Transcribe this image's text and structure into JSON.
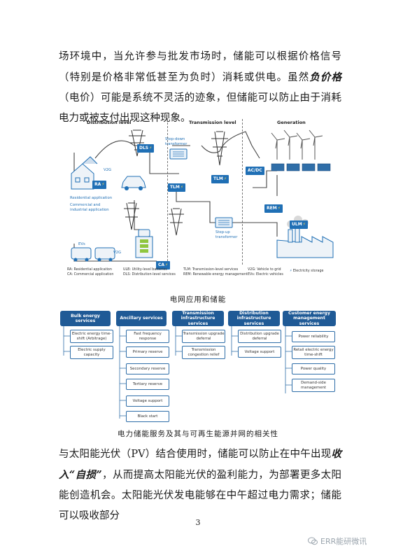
{
  "top_paragraph": {
    "s1": "场环境中，当允许参与批发市场时，储能可以根据价格信号（特别是价格非常低甚至为负时）消耗或供电。虽然",
    "emph": "负价格",
    "s2": "（电价）可能是系统不灵活的迹象，但储能可以防止由于消耗电力或被支付出现这种现象。"
  },
  "diagram": {
    "sections": [
      "Distribution level",
      "Transmission level",
      "Generation"
    ],
    "tags": {
      "dls": "DLS",
      "ra": "RA",
      "ca": "CA",
      "tlm_top": "TLM",
      "tlm_mid": "TLM",
      "acdc": "AC/DC",
      "rem": "REM",
      "ulm": "ULM"
    },
    "labels": {
      "v2g_top": "V2G",
      "v2g_bottom": "V2G",
      "evs": "EVs",
      "residential": "Residential application",
      "commercial": "Commercial and industrial application",
      "step_down": "Step-down transformer",
      "step_up": "Step-up transformer"
    },
    "legend": {
      "col1": [
        "RA: Residential application",
        "CA: Commercial application"
      ],
      "col2": [
        "ULB: Utility-level batteries",
        "DLS: Distribution-level services"
      ],
      "col3": [
        "TLM: Transmission-level services",
        "REM: Renewable energy management"
      ],
      "col4": [
        "V2G: Vehicle to grid",
        "EVs: Electric vehicles"
      ],
      "col5": "Electricity storage"
    }
  },
  "caption1": "电网应用和储能",
  "services": [
    {
      "header": "Bulk energy services",
      "items": [
        "Electric energy time-shift (Arbitrage)",
        "Electric supply capacity"
      ]
    },
    {
      "header": "Ancillary services",
      "items": [
        "Fast frequency response",
        "Primary reserve",
        "Secondary reserve",
        "Tertiary reserve",
        "Voltage support",
        "Black start"
      ]
    },
    {
      "header": "Transmission infrastructure services",
      "items": [
        "Transmission upgrade deferral",
        "Transmission congestion relief"
      ]
    },
    {
      "header": "Distribution infrastructure services",
      "items": [
        "Distribution upgrade deferral",
        "Voltage support"
      ]
    },
    {
      "header": "Customer energy management services",
      "items": [
        "Power reliability",
        "Retail electric energy time-shift",
        "Power quality",
        "Demand-side management"
      ]
    }
  ],
  "caption2": "电力储能服务及其与可再生能源并网的相关性",
  "bottom_paragraph": {
    "s1": "与太阳能光伏（PV）结合使用时，储能可以防止在中午出现",
    "emph": "收入“自损”",
    "s2": "，从而提高太阳能光伏的盈利能力，为部署更多太阳能创造机会。太阳能光伏发电能够在中午超过电力需求；储能可以吸收部分"
  },
  "page_number": "3",
  "watermark": "ERR能研微讯",
  "colors": {
    "accent": "#1f6fb5",
    "header": "#1f5a96",
    "bolt": "#ffd84a"
  }
}
